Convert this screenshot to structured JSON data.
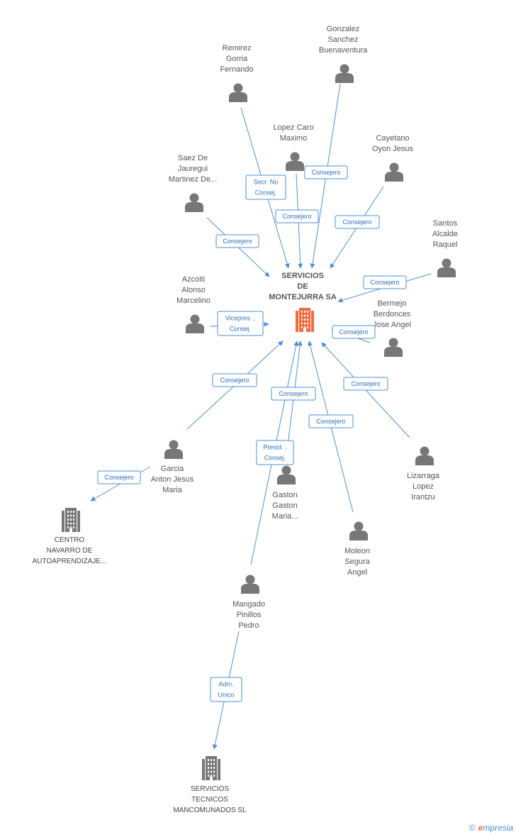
{
  "diagram": {
    "center": {
      "lines": [
        "SERVICIOS",
        "DE",
        "MONTEJURRA SA"
      ],
      "color": "#f26a3d"
    },
    "persons": [
      {
        "id": "gonzalez",
        "lines": [
          "Gonzalez",
          "Sanchez",
          "Buenaventura"
        ]
      },
      {
        "id": "remirez",
        "lines": [
          "Remirez",
          "Gorria",
          "Fernando"
        ]
      },
      {
        "id": "lopez-caro",
        "lines": [
          "Lopez Caro",
          "Maximo"
        ]
      },
      {
        "id": "cayetano",
        "lines": [
          "Cayetano",
          "Oyon Jesus"
        ]
      },
      {
        "id": "saez",
        "lines": [
          "Saez De",
          "Jauregui",
          "Martinez De..."
        ]
      },
      {
        "id": "santos",
        "lines": [
          "Santos",
          "Alcalde",
          "Raquel"
        ]
      },
      {
        "id": "azcoiti",
        "lines": [
          "Azcoiti",
          "Alonso",
          "Marcelino"
        ]
      },
      {
        "id": "bermejo",
        "lines": [
          "Bermejo",
          "Berdonces",
          "Jose Angel"
        ]
      },
      {
        "id": "garcia",
        "lines": [
          "Garcia",
          "Anton Jesus",
          "Maria"
        ]
      },
      {
        "id": "gaston",
        "lines": [
          "Gaston",
          "Gaston",
          "Maria..."
        ]
      },
      {
        "id": "lizarraga",
        "lines": [
          "Lizarraga",
          "Lopez",
          "Irantzu"
        ]
      },
      {
        "id": "moleon",
        "lines": [
          "Moleon",
          "Segura",
          "Angel"
        ]
      },
      {
        "id": "mangado",
        "lines": [
          "Mangado",
          "Pinillos",
          "Pedro"
        ]
      }
    ],
    "companies": [
      {
        "id": "centro",
        "lines": [
          "CENTRO",
          "NAVARRO DE",
          "AUTOAPRENDIZAJE..."
        ]
      },
      {
        "id": "servicios-tecnicos",
        "lines": [
          "SERVICIOS",
          "TECNICOS",
          "MANCOMUNADOS SL"
        ]
      }
    ],
    "edges": [
      {
        "from": "remirez",
        "to": "center",
        "label": [
          "Secr.  No",
          "Consej."
        ]
      },
      {
        "from": "gonzalez",
        "to": "center",
        "label": [
          "Consejero"
        ]
      },
      {
        "from": "lopez-caro",
        "to": "center",
        "label": [
          "Consejero"
        ]
      },
      {
        "from": "cayetano",
        "to": "center",
        "label": [
          "Consejero"
        ]
      },
      {
        "from": "saez",
        "to": "center",
        "label": [
          "Consejero"
        ]
      },
      {
        "from": "santos",
        "to": "center",
        "label": [
          "Consejero"
        ]
      },
      {
        "from": "azcoiti",
        "to": "center",
        "label": [
          "Vicepres. ,",
          "Consej."
        ]
      },
      {
        "from": "bermejo",
        "to": "center",
        "label": [
          "Consejero"
        ]
      },
      {
        "from": "garcia",
        "to": "center",
        "label": [
          "Consejero"
        ]
      },
      {
        "from": "gaston",
        "to": "center",
        "label": [
          "Consejero"
        ]
      },
      {
        "from": "lizarraga",
        "to": "center",
        "label": [
          "Consejero"
        ]
      },
      {
        "from": "moleon",
        "to": "center",
        "label": [
          "Consejero"
        ]
      },
      {
        "from": "mangado",
        "to": "center",
        "label": [
          "Presid. ,",
          "Consej."
        ]
      },
      {
        "from": "garcia",
        "to": "centro",
        "label": [
          "Consejero"
        ]
      },
      {
        "from": "mangado",
        "to": "servicios-tecnicos",
        "label": [
          "Adm.",
          "Unico"
        ]
      }
    ]
  },
  "footer": {
    "copyright": "©",
    "brand_initial": "e",
    "brand_rest": "mpresia"
  }
}
